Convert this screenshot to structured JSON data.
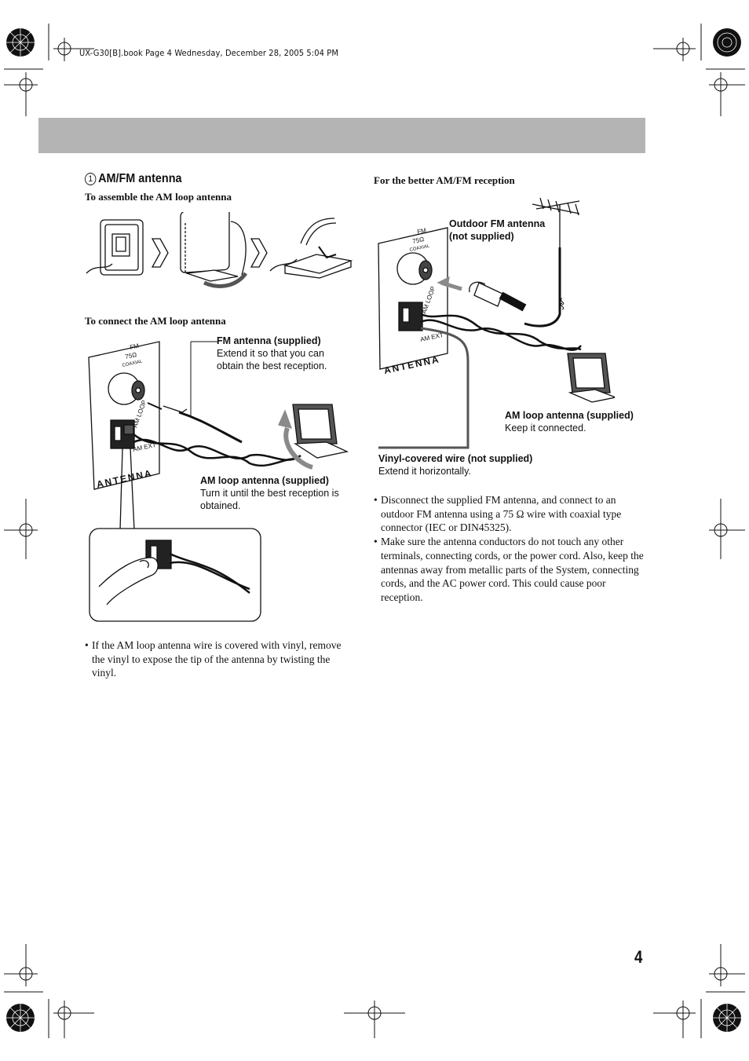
{
  "book_header": "UX-G30[B].book  Page 4  Wednesday, December 28, 2005  5:04 PM",
  "section": {
    "number_glyph": "1",
    "title": "AM/FM antenna"
  },
  "left": {
    "assemble_heading": "To assemble the AM loop antenna",
    "connect_heading": "To connect the AM loop antenna",
    "fm_antenna_caption": {
      "title": "FM antenna (supplied)",
      "line1": "Extend it so that you can",
      "line2": "obtain the best reception."
    },
    "am_loop_caption": {
      "title": "AM loop antenna (supplied)",
      "line1": "Turn it until the best reception is",
      "line2": "obtained."
    },
    "panel_labels": {
      "fm": "FM",
      "ohm": "75Ω",
      "coaxial": "COAXIAL",
      "am_loop": "AM LOOP",
      "am_ext": "AM EXT",
      "antenna": "ANTENNA"
    },
    "bullet": "If the AM loop antenna wire is covered with vinyl, remove the vinyl to expose the tip of the antenna by twisting the vinyl."
  },
  "right": {
    "heading": "For the better AM/FM reception",
    "outdoor_caption": {
      "line1": "Outdoor FM antenna",
      "line2": "(not supplied)"
    },
    "am_loop_caption": {
      "title": "AM loop antenna (supplied)",
      "line1": "Keep it connected."
    },
    "vinyl_caption": {
      "title": "Vinyl-covered wire (not supplied)",
      "line1": "Extend it horizontally."
    },
    "bullets": [
      "Disconnect the supplied FM antenna, and connect to an outdoor FM antenna using a 75 Ω wire with coaxial type connector (IEC or DIN45325).",
      "Make sure the antenna conductors do not touch any other terminals, connecting cords, or the power cord. Also, keep the antennas away from metallic parts of the System, connecting cords, and the AC power cord. This could cause poor reception."
    ]
  },
  "page_number": "4",
  "colors": {
    "header_bar": "#b4b4b4",
    "text": "#111111",
    "arrow_gray": "#8a8a8a"
  }
}
